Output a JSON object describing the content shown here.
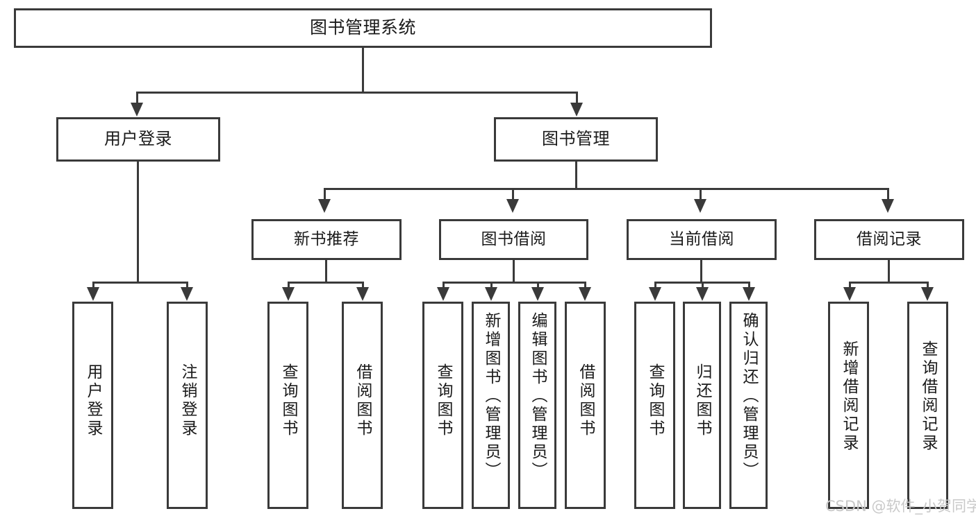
{
  "diagram": {
    "title": "图书管理系统",
    "type": "hierarchy-tree",
    "levels": 4,
    "colors": {
      "stroke": "#3a3a3a",
      "fill": "#ffffff",
      "text": "#1a1a1a",
      "watermark": "#c9c9c9"
    },
    "root": {
      "label": "图书管理系统"
    },
    "level2": [
      {
        "label": "用户登录"
      },
      {
        "label": "图书管理"
      }
    ],
    "level3": [
      {
        "label": "新书推荐"
      },
      {
        "label": "图书借阅"
      },
      {
        "label": "当前借阅"
      },
      {
        "label": "借阅记录"
      }
    ],
    "leaves": {
      "user_login": [
        {
          "label": "用户登录"
        },
        {
          "label": "注销登录"
        }
      ],
      "new_book_recommend": [
        {
          "label": "查询图书"
        },
        {
          "label": "借阅图书"
        }
      ],
      "book_borrow": [
        {
          "label": "查询图书"
        },
        {
          "label": "新增图书（管理员）"
        },
        {
          "label": "编辑图书（管理员）"
        },
        {
          "label": "借阅图书"
        }
      ],
      "current_borrow": [
        {
          "label": "查询图书"
        },
        {
          "label": "归还图书"
        },
        {
          "label": "确认归还（管理员）"
        }
      ],
      "borrow_record": [
        {
          "label": "新增借阅记录"
        },
        {
          "label": "查询借阅记录"
        }
      ]
    }
  },
  "watermark": {
    "text": "CSDN @软件_小贺同学"
  }
}
